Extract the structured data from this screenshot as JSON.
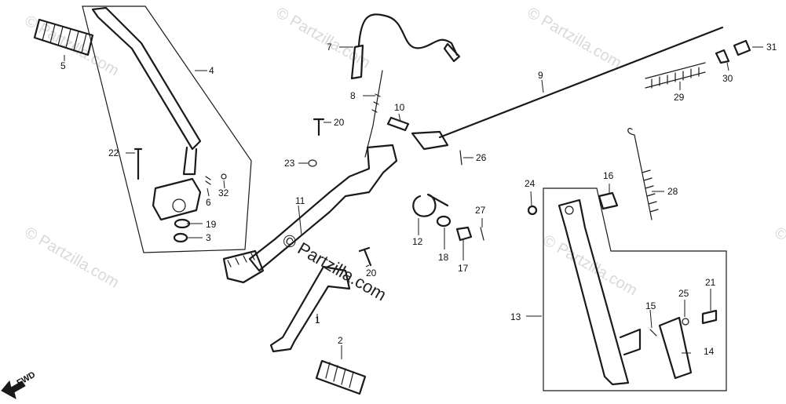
{
  "watermarks": {
    "tile_text": "© Partzilla.com",
    "center_text": "© Partzilla.com"
  },
  "direction_label": "FWD",
  "callouts": {
    "c1": "1",
    "c2": "2",
    "c3": "3",
    "c4": "4",
    "c5": "5",
    "c6": "6",
    "c7": "7",
    "c8": "8",
    "c9": "9",
    "c10": "10",
    "c11": "11",
    "c12": "12",
    "c13": "13",
    "c14": "14",
    "c15": "15",
    "c16": "16",
    "c17": "17",
    "c18": "18",
    "c19": "19",
    "c20a": "20",
    "c20b": "20",
    "c21": "21",
    "c22": "22",
    "c23": "23",
    "c24": "24",
    "c25": "25",
    "c26": "26",
    "c27": "27",
    "c28": "28",
    "c29": "29",
    "c30": "30",
    "c31": "31",
    "c32": "32"
  }
}
